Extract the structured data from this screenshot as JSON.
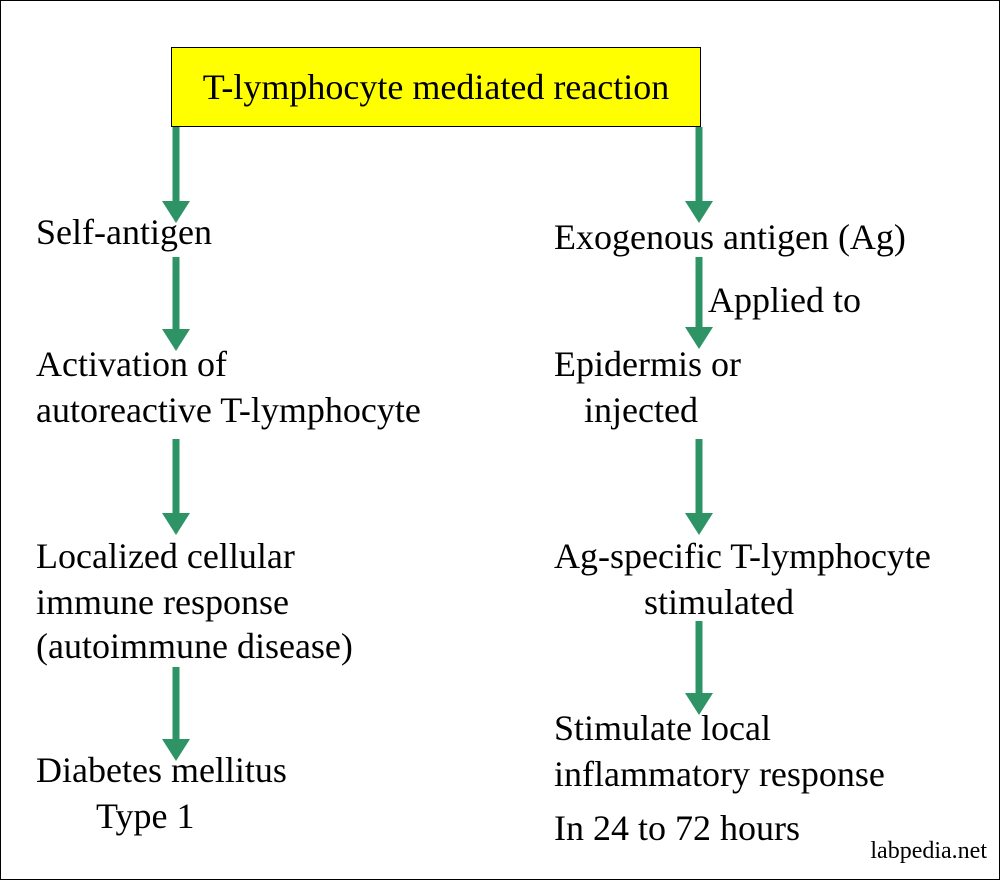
{
  "colors": {
    "title_fill": "#ffff00",
    "arrow": "#2e9466",
    "text": "#000000"
  },
  "title": "T-lymphocyte mediated reaction",
  "left_branch": {
    "self_antigen": "Self-antigen",
    "activation_line1": "Activation of",
    "activation_line2": "autoreactive T-lymphocyte",
    "response_line1": "Localized cellular",
    "response_line2": "immune response",
    "response_line3": "(autoimmune disease)",
    "outcome_line1": "Diabetes mellitus",
    "outcome_line2": "Type 1"
  },
  "right_branch": {
    "exogenous": "Exogenous antigen (Ag)",
    "applied_to": "Applied to",
    "epidermis_line1": "Epidermis or",
    "epidermis_line2": "injected",
    "stimulated_line1": "Ag-specific T-lymphocyte",
    "stimulated_line2": "stimulated",
    "outcome_line1": "Stimulate local",
    "outcome_line2": "inflammatory response",
    "outcome_line3": "In 24 to 72 hours"
  },
  "watermark": "labpedia.net"
}
